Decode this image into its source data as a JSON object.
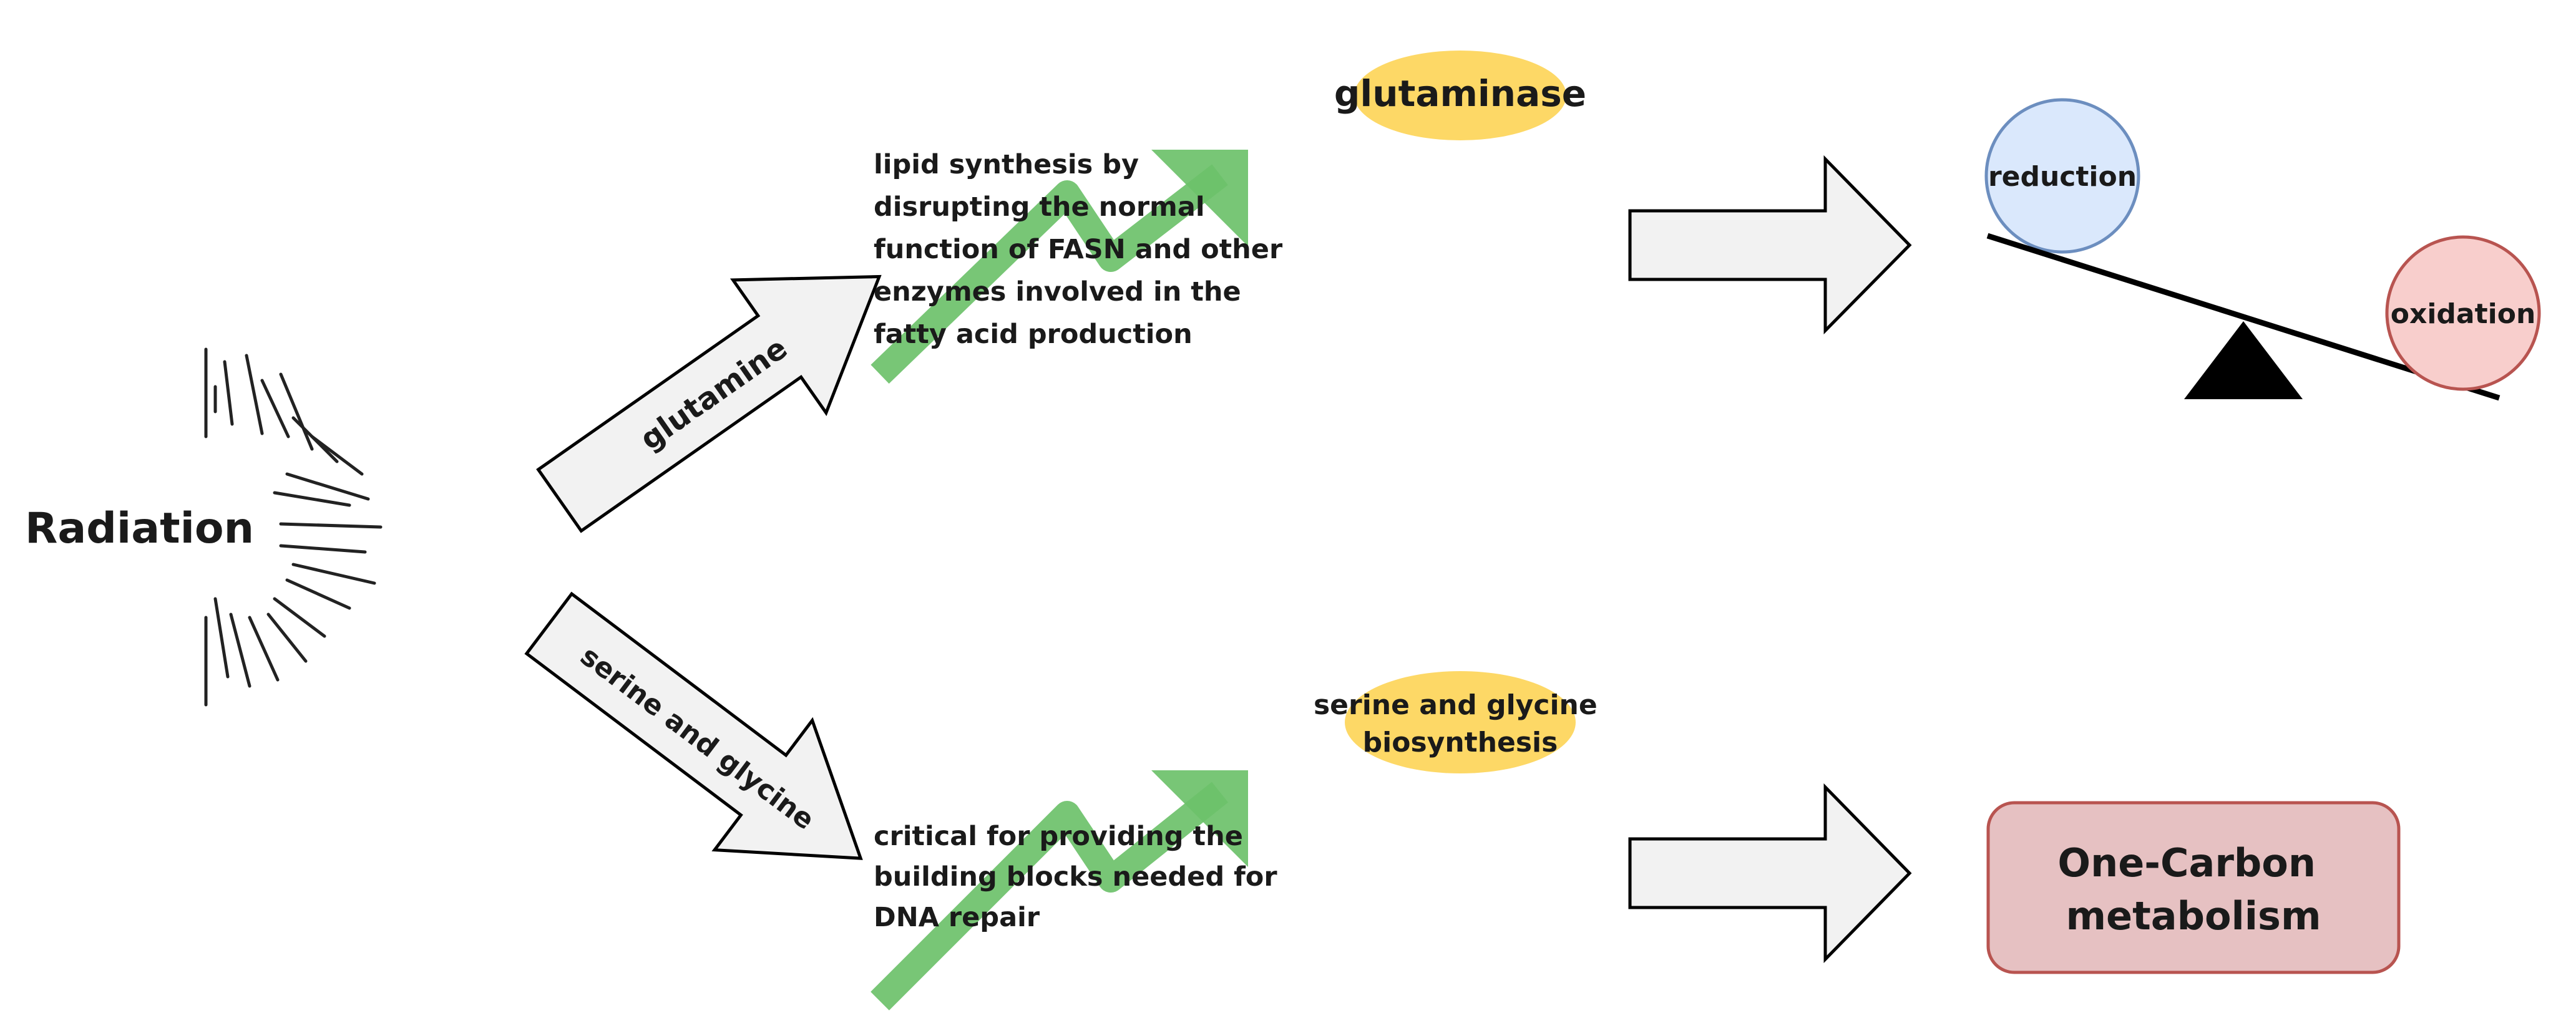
{
  "source": {
    "label": "Radiation"
  },
  "branches": {
    "glutamine": {
      "arrow_label": "glutamine",
      "enzyme_label": "glutaminase",
      "effect_lines": [
        "lipid synthesis by",
        "disrupting the normal",
        "function of FASN and other",
        "enzymes involved in the",
        "fatty acid production"
      ]
    },
    "serine_glycine": {
      "arrow_label": "serine and glycine",
      "enzyme_lines": [
        "serine and glycine",
        "biosynthesis"
      ],
      "effect_lines": [
        "critical for providing the",
        "building blocks needed for",
        "DNA repair"
      ]
    }
  },
  "outcomes": {
    "balance": {
      "left_label": "reduction",
      "right_label": "oxidation"
    },
    "metabolism": {
      "lines": [
        "One-Carbon",
        "metabolism"
      ]
    }
  },
  "colors": {
    "arrow_fill": "#f2f2f2",
    "arrow_stroke": "#000000",
    "trend_green": "#6cc16a",
    "ellipse_yellow": "#fdd866",
    "reduction_fill": "#dae8fc",
    "reduction_stroke": "#6c8ebf",
    "oxidation_fill": "#f8cecc",
    "oxidation_stroke": "#b85450",
    "box_fill": "#e6c1c2",
    "box_stroke": "#b85450"
  }
}
